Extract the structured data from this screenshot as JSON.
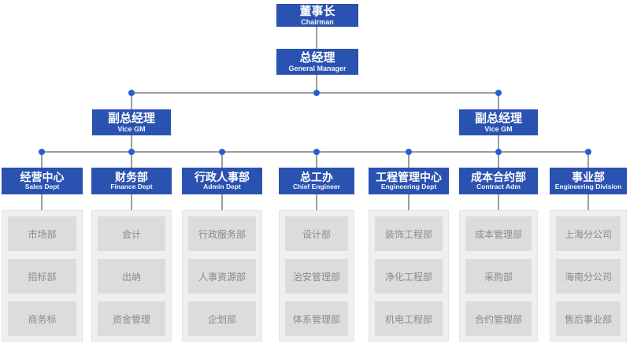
{
  "colors": {
    "primary_blue": "#2a52b0",
    "dot_blue": "#2b5bd7",
    "line_gray": "#9d9d9d",
    "container_bg": "#efefef",
    "subbox_bg": "#dcdcdc",
    "sub_text": "#8a8a8a"
  },
  "chairman": {
    "title": "董事长",
    "subtitle": "Chairman"
  },
  "general_manager": {
    "title": "总经理",
    "subtitle": "General Manager"
  },
  "vice_gms": [
    {
      "title": "副总经理",
      "subtitle": "Vice GM"
    },
    {
      "title": "副总经理",
      "subtitle": "Vice GM"
    }
  ],
  "departments": [
    {
      "title": "经营中心",
      "subtitle": "Sales Dept",
      "children": [
        "市场部",
        "招标部",
        "商务标"
      ]
    },
    {
      "title": "财务部",
      "subtitle": "Finance Dept",
      "children": [
        "会计",
        "出纳",
        "资金管理"
      ]
    },
    {
      "title": "行政人事部",
      "subtitle": "Admin Dept",
      "children": [
        "行政服务部",
        "人事资源部",
        "企划部"
      ]
    },
    {
      "title": "总工办",
      "subtitle": "Chief Engineer",
      "children": [
        "设计部",
        "治安管理部",
        "体系管理部"
      ]
    },
    {
      "title": "工程管理中心",
      "subtitle": "Engineering Dept",
      "children": [
        "装饰工程部",
        "净化工程部",
        "机电工程部"
      ]
    },
    {
      "title": "成本合约部",
      "subtitle": "Contract Adm",
      "children": [
        "成本管理部",
        "采购部",
        "合约管理部"
      ]
    },
    {
      "title": "事业部",
      "subtitle": "Engineering Division",
      "children": [
        "上海分公司",
        "海南分公司",
        "售后事业部"
      ]
    }
  ]
}
